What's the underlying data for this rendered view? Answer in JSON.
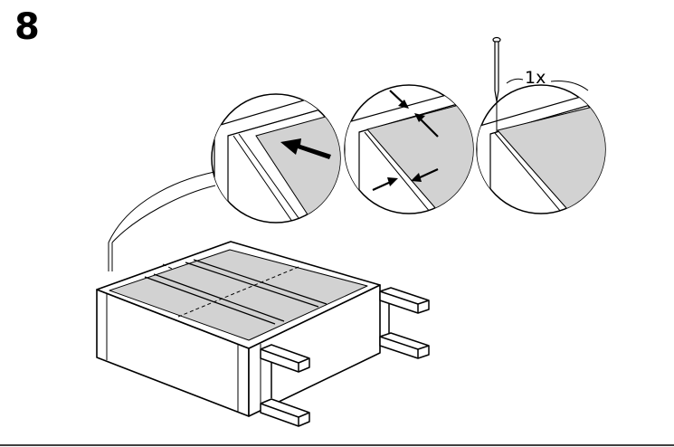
{
  "step": {
    "number": "8"
  },
  "fastener": {
    "quantity_label": "1x",
    "icon": "nail-icon"
  },
  "colors": {
    "panel_fill": "#d2d2d2",
    "line": "#000000",
    "background": "#ffffff"
  },
  "details": [
    {
      "name": "slide-in-panel-detail",
      "icon": "arrow-icon"
    },
    {
      "name": "panel-gap-detail",
      "icon": "gap-arrows-icon"
    },
    {
      "name": "nail-attach-detail",
      "icon": "nail-icon"
    }
  ]
}
